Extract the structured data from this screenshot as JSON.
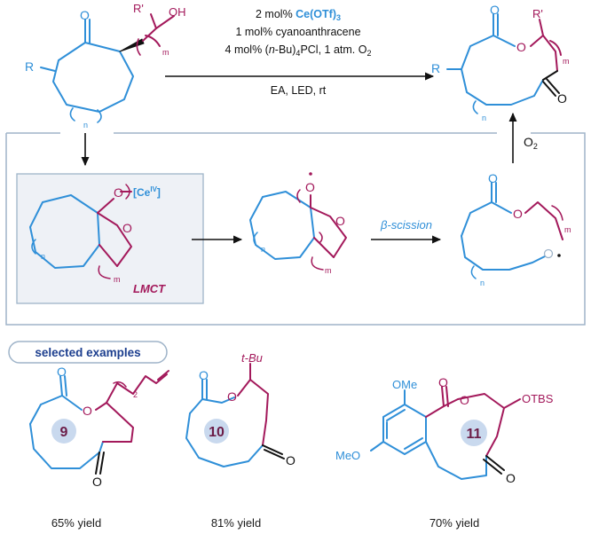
{
  "colors": {
    "blue": "#2f8fd8",
    "magenta": "#a3195b",
    "black": "#111111",
    "frame": "#9fb4c9",
    "panel_fill": "#eef1f6",
    "badge_fill": "#c9d9ee",
    "badge_text": "#6b1c47"
  },
  "conditions": {
    "line1_pre": "2 mol% ",
    "line1_cat": "Ce(OTf)",
    "line1_sub": "3",
    "line2": "1 mol% cyanoanthracene",
    "line3_a": "4 mol% (",
    "line3_b": "n",
    "line3_c": "-Bu)",
    "line3_d": "4",
    "line3_e": "PCl, 1 atm. O",
    "line3_f": "2",
    "line4": "EA, LED, rt"
  },
  "labels": {
    "o2": "O",
    "o2_sub": "2",
    "beta": "β-scission",
    "lmct": "LMCT",
    "ce_open": "[Ce",
    "ce_ox": "IV",
    "ce_close": "]",
    "r": "R",
    "r_prime": "R'",
    "oh": "OH",
    "o": "O",
    "m": "m",
    "n": "n",
    "two": "2",
    "tbu": "t-Bu",
    "otbs": "OTBS",
    "ome": "OMe",
    "meo": "MeO"
  },
  "section_title": "selected examples",
  "examples": [
    {
      "number": "9",
      "yield": "65% yield"
    },
    {
      "number": "10",
      "yield": "81% yield"
    },
    {
      "number": "11",
      "yield": "70% yield"
    }
  ]
}
